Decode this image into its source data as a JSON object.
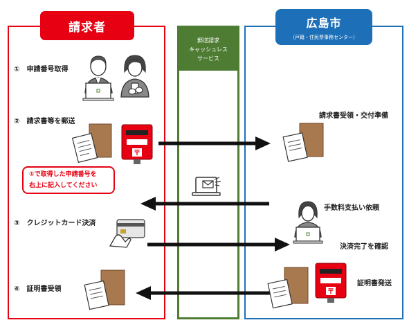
{
  "left_header": "請求者",
  "right_header": {
    "title": "広島市",
    "subtitle": "（戸籍・住民票事務センター）"
  },
  "middle_header": [
    "郵送請求",
    "キャッシュレス",
    "サービス"
  ],
  "steps": {
    "s1": "①　申請番号取得",
    "s2": "②　請求書等を郵送",
    "s3": "③　クレジットカード決済",
    "s4": "④　証明書受領"
  },
  "note_lines": [
    "①で取得した申請番号を",
    "右上に記入してください"
  ],
  "right_labels": {
    "r1": "請求書受領・交付準備",
    "r2": "手数料支払い依頼",
    "r3": "決済完了を確認",
    "r4": "証明書発送"
  },
  "postbox_mark": "〒",
  "colors": {
    "requester": "#e60012",
    "service": "#4e7c33",
    "city": "#1d6fb8"
  }
}
